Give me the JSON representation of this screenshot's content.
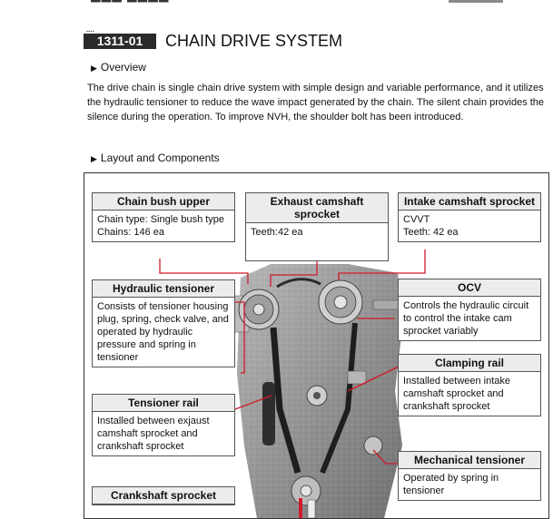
{
  "header": {
    "code": "1311-01",
    "title": "CHAIN DRIVE SYSTEM"
  },
  "overview": {
    "heading": "Overview",
    "text": "The drive chain is single chain drive system with simple design and variable performance, and it utilizes the hydraulic tensioner to reduce the wave impact generated by the chain. The silent chain provides the silence during the operation. To improve NVH, the shoulder bolt has been introduced."
  },
  "layout": {
    "heading": "Layout and Components"
  },
  "callouts": {
    "chain_bush_upper": {
      "title": "Chain bush upper",
      "line1": "Chain type: Single bush type",
      "line2": "Chains: 146 ea"
    },
    "exhaust_sprocket": {
      "title": "Exhaust camshaft sprocket",
      "line1": "Teeth:42 ea"
    },
    "intake_sprocket": {
      "title": "Intake camshaft sprocket",
      "line1": "CVVT",
      "line2": "Teeth: 42 ea"
    },
    "hydraulic_tensioner": {
      "title": "Hydraulic tensioner",
      "line1": "Consists of tensioner housing plug, spring, check valve, and operated by hydraulic pressure and spring in tensioner"
    },
    "ocv": {
      "title": "OCV",
      "line1": "Controls the hydraulic circuit to control the intake cam sprocket variably"
    },
    "clamping_rail": {
      "title": "Clamping rail",
      "line1": "Installed between intake camshaft sprocket and crankshaft sprocket"
    },
    "tensioner_rail": {
      "title": "Tensioner rail",
      "line1": "Installed between exjaust camshaft sprocket and crankshaft sprocket"
    },
    "mechanical_tensioner": {
      "title": "Mechanical tensioner",
      "line1": "Operated by spring in tensioner"
    },
    "crankshaft_sprocket": {
      "title": "Crankshaft sprocket"
    }
  },
  "colors": {
    "leader": "#d11a2a",
    "badge": "#2a2a2a",
    "callout_header": "#ececec"
  }
}
